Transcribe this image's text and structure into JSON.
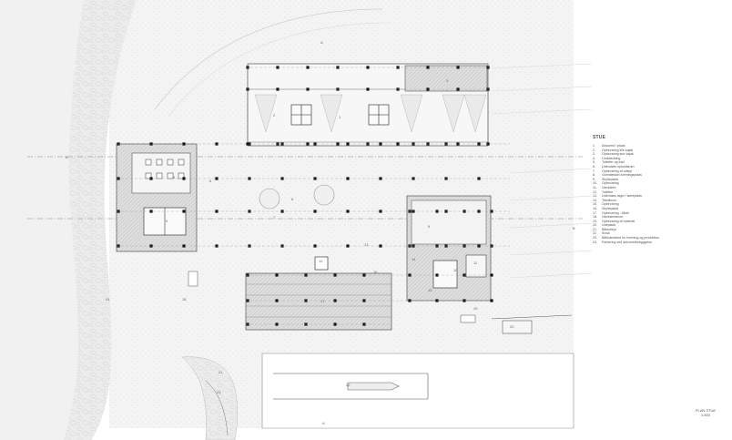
{
  "drawing": {
    "title": "PLAN STUE",
    "scale": "1:500"
  },
  "legend": {
    "title": "STUE",
    "items": [
      {
        "num": "1.",
        "text": "Ankomst / plads"
      },
      {
        "num": "2.",
        "text": "Opbevaring lille kajak"
      },
      {
        "num": "3.",
        "text": "Opbevaring stor kajak"
      },
      {
        "num": "4.",
        "text": "Omklædning"
      },
      {
        "num": "5.",
        "text": "Toiletter og bad"
      },
      {
        "num": "6.",
        "text": "Udendørs opholdsrum"
      },
      {
        "num": "7.",
        "text": "Opbevaring af udstyr"
      },
      {
        "num": "8.",
        "text": "Overdækket foreningsplads"
      },
      {
        "num": "9.",
        "text": "Skylleplads"
      },
      {
        "num": "10.",
        "text": "Opbevaring"
      },
      {
        "num": "11.",
        "text": "Værksted"
      },
      {
        "num": "12.",
        "text": "Toiletter"
      },
      {
        "num": "13.",
        "text": "Udendørs lager / tørreplads"
      },
      {
        "num": "14.",
        "text": "Teknikrum"
      },
      {
        "num": "15.",
        "text": "Opbevaring"
      },
      {
        "num": "16.",
        "text": "Skylleplads"
      },
      {
        "num": "17.",
        "text": "Opbevaring - både"
      },
      {
        "num": "18.",
        "text": "Værkstedsrum"
      },
      {
        "num": "19.",
        "text": "Opbevaring af materiel"
      },
      {
        "num": "20.",
        "text": "Udeplads"
      },
      {
        "num": "21.",
        "text": "Bådudstyr"
      },
      {
        "num": "22.",
        "text": "Kiosk"
      },
      {
        "num": "23.",
        "text": "Bådværksted for forening og produktion"
      },
      {
        "num": "24.",
        "text": "Parkering ved ankomstbebyggelse"
      }
    ]
  },
  "markers": {
    "section_a": "A",
    "section_b": "B",
    "labels": [
      "1",
      "2",
      "3",
      "4",
      "5",
      "6",
      "7",
      "8",
      "9",
      "10",
      "11",
      "12",
      "13",
      "14",
      "15",
      "16",
      "17",
      "18",
      "19",
      "20",
      "21",
      "22",
      "23",
      "24"
    ]
  },
  "colors": {
    "line": "#3a3a3a",
    "hatch": "#bdbdbd",
    "column": "#111111",
    "water": "#e6e6e6",
    "ground": "#f2f2f2"
  }
}
